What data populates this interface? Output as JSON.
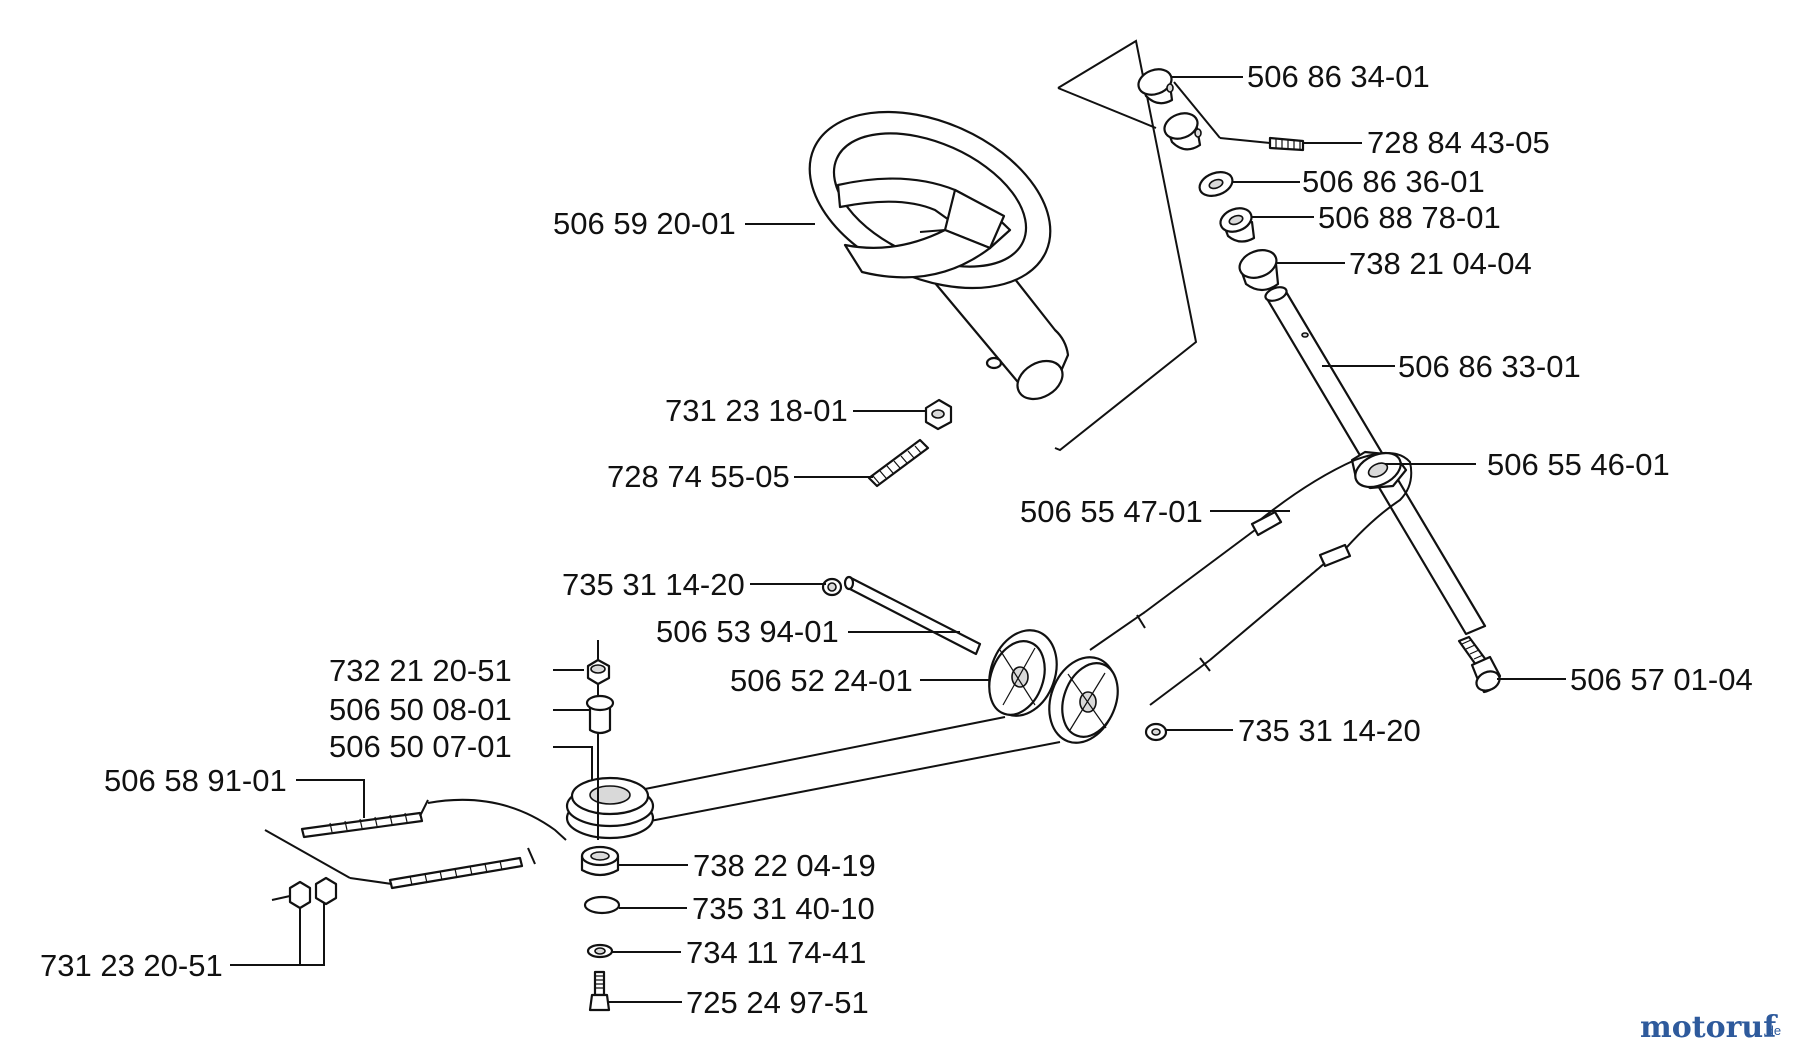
{
  "parts": {
    "p1": "506 86 34-01",
    "p2": "728 84 43-05",
    "p3": "506 86 36-01",
    "p4": "506 88 78-01",
    "p5": "738 21 04-04",
    "p6": "506 59 20-01",
    "p7": "506 86 33-01",
    "p8": "731 23 18-01",
    "p9": "728 74 55-05",
    "p10": "506 55 46-01",
    "p11": "506 55 47-01",
    "p12": "735 31 14-20",
    "p13": "506 53 94-01",
    "p14": "732 21 20-51",
    "p15": "506 52 24-01",
    "p16": "506 57 01-04",
    "p17": "506 50 08-01",
    "p18": "735 31 14-20",
    "p19": "506 50 07-01",
    "p20": "506 58 91-01",
    "p21": "738 22 04-19",
    "p22": "735 31 40-10",
    "p23": "734 11 74-41",
    "p24": "731 23 20-51",
    "p25": "725 24 97-51"
  },
  "watermark": {
    "brand": "motoruf",
    "tld": ".de",
    "brand_color": "#2e5a9c",
    "dot_color": "#e07a1c"
  }
}
